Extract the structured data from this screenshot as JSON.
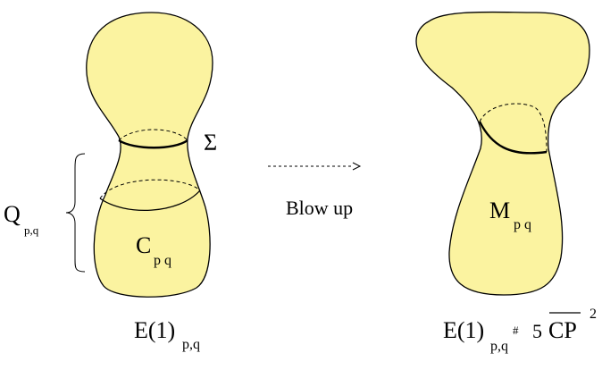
{
  "colors": {
    "fill": "#fbf3a0",
    "stroke": "#000000"
  },
  "left_figure": {
    "boundary_label": "Σ",
    "region_main": "Q",
    "region_sub": "p,q",
    "inner_main": "C",
    "inner_sub": "p q",
    "caption_main": "E(1)",
    "caption_sub": "p,q"
  },
  "arrow": {
    "label": "Blow up"
  },
  "right_figure": {
    "inner_main": "M",
    "inner_sub": "p q",
    "caption_main": "E(1)",
    "caption_sub": "p,q",
    "caption_hash": "#",
    "caption_num": "5",
    "caption_cp": "CP",
    "caption_sup": "2"
  }
}
